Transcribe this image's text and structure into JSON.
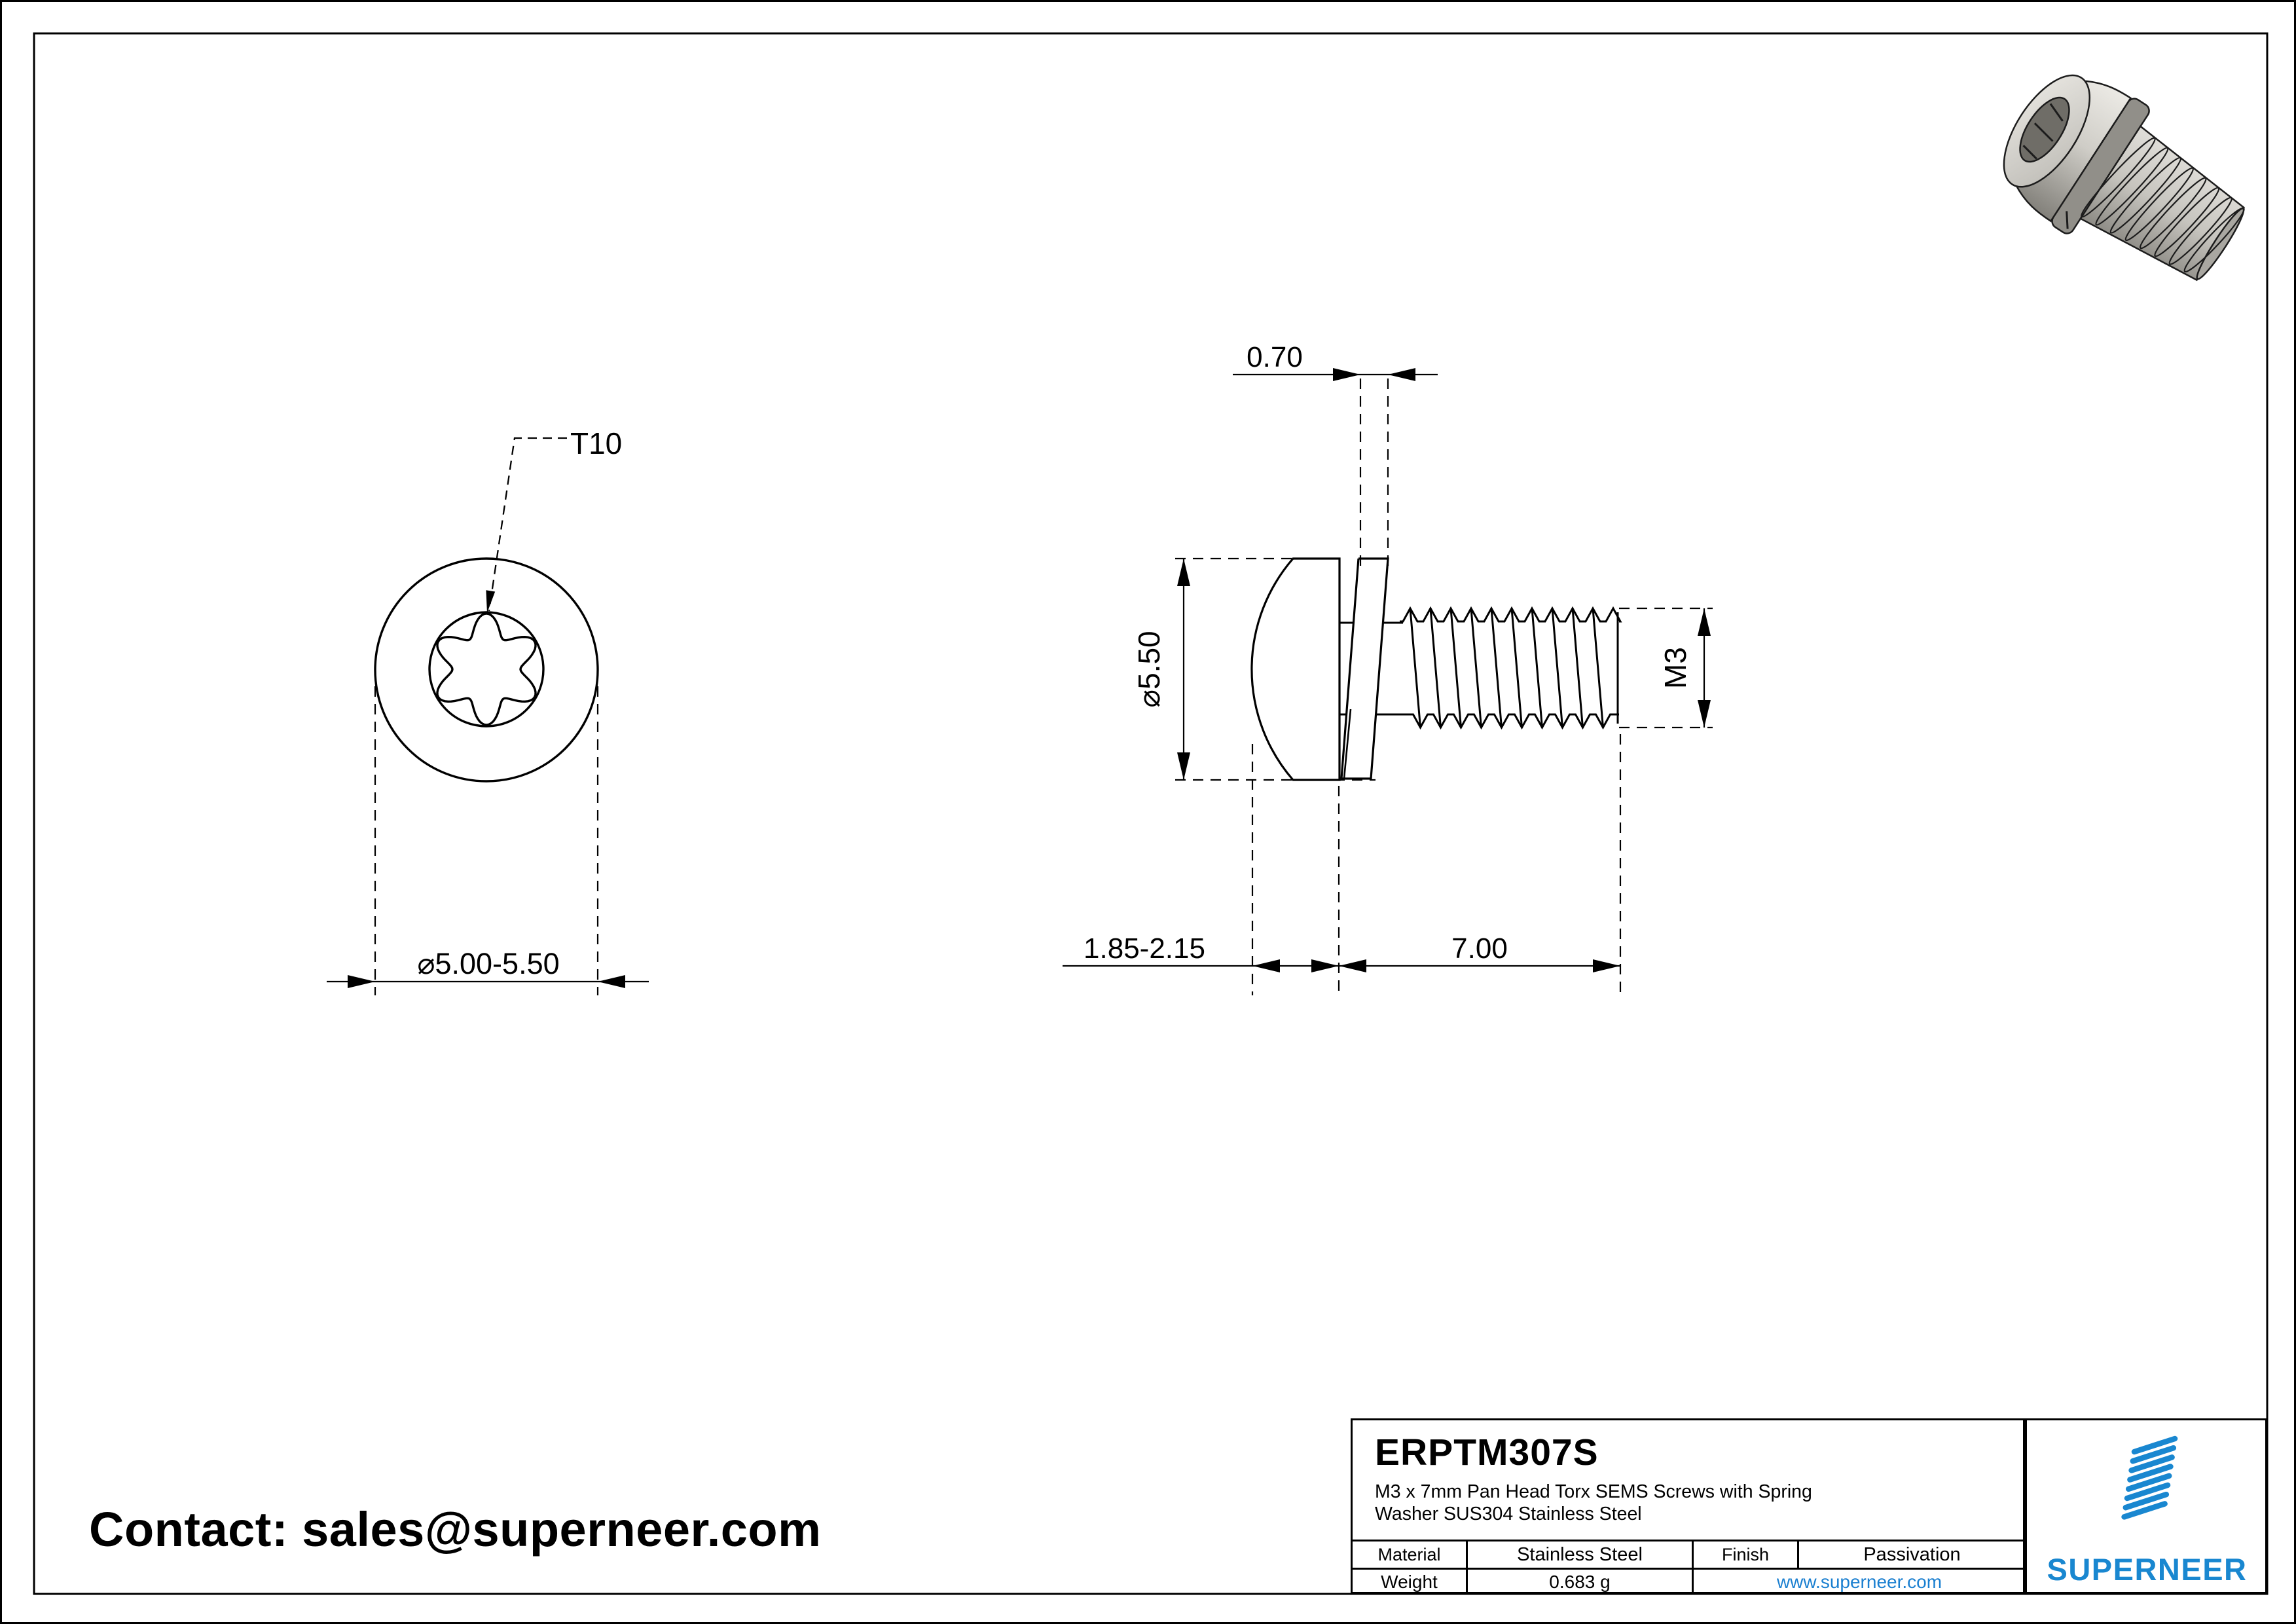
{
  "drawing": {
    "front_view": {
      "torx_label": "T10",
      "diameter_label": "⌀5.00-5.50"
    },
    "side_view": {
      "washer_thickness_label": "0.70",
      "head_diameter_label": "⌀5.50",
      "thread_label": "M3",
      "head_height_label": "1.85-2.15",
      "thread_length_label": "7.00"
    }
  },
  "contact": {
    "text": "Contact: sales@superneer.com"
  },
  "title_block": {
    "part_number": "ERPTM307S",
    "description_line1": "M3 x 7mm Pan Head Torx SEMS Screws with Spring",
    "description_line2": "Washer SUS304 Stainless Steel",
    "material_label": "Material",
    "material_value": "Stainless Steel",
    "finish_label": "Finish",
    "finish_value": "Passivation",
    "weight_label": "Weight",
    "weight_value": "0.683 g",
    "website": "www.superneer.com",
    "brand": "SUPERNEER",
    "brand_color": "#1987d0",
    "link_color": "#1a7fd0"
  }
}
